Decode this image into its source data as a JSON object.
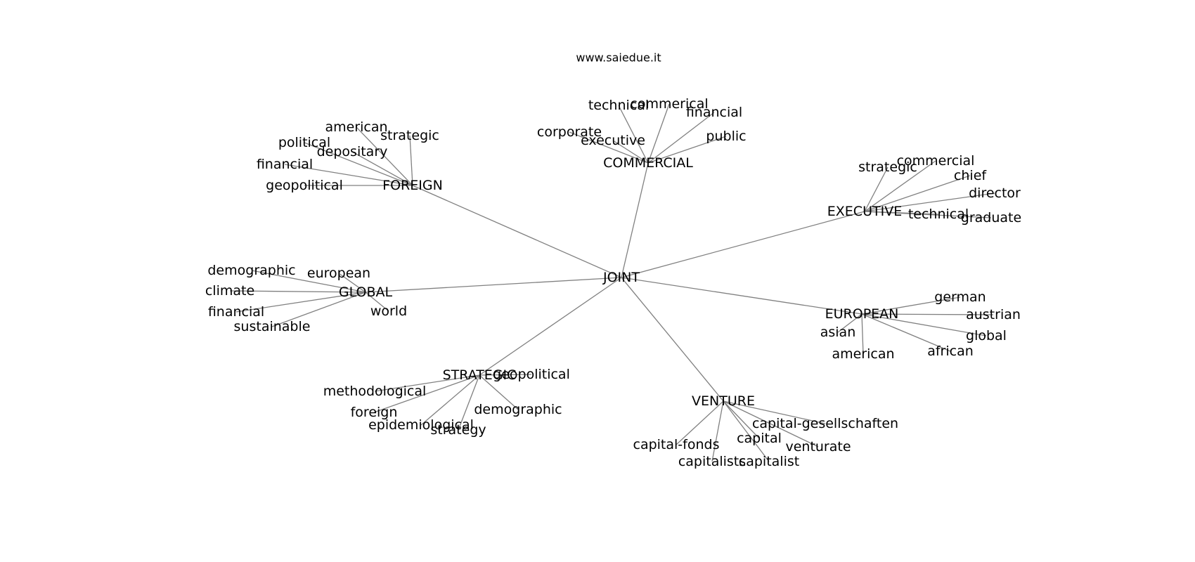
{
  "site": {
    "title": "www.saiedue.it"
  },
  "graph": {
    "center": "JOINT",
    "clusters": [
      {
        "hub": "FOREIGN",
        "words": [
          "american",
          "strategic",
          "political",
          "depositary",
          "financial",
          "geopolitical"
        ]
      },
      {
        "hub": "COMMERCIAL",
        "words": [
          "technical",
          "commerical",
          "financial",
          "corporate",
          "executive",
          "public"
        ]
      },
      {
        "hub": "EXECUTIVE",
        "words": [
          "strategic",
          "commercial",
          "chief",
          "director",
          "technical",
          "graduate"
        ]
      },
      {
        "hub": "GLOBAL",
        "words": [
          "demographic",
          "european",
          "climate",
          "financial",
          "world",
          "sustainable"
        ]
      },
      {
        "hub": "EUROPEAN",
        "words": [
          "german",
          "austrian",
          "asian",
          "global",
          "american",
          "african"
        ]
      },
      {
        "hub": "STRATEGIC",
        "words": [
          "geopolitical",
          "methodological",
          "foreign",
          "demographic",
          "epidemiological",
          "strategy"
        ]
      },
      {
        "hub": "VENTURE",
        "words": [
          "capital-gesellschaften",
          "capital-fonds",
          "capital",
          "venturate",
          "capitalists",
          "capitalist"
        ]
      }
    ],
    "colors": {
      "edge": "#808080",
      "text": "#000000",
      "background": "#ffffff"
    }
  }
}
